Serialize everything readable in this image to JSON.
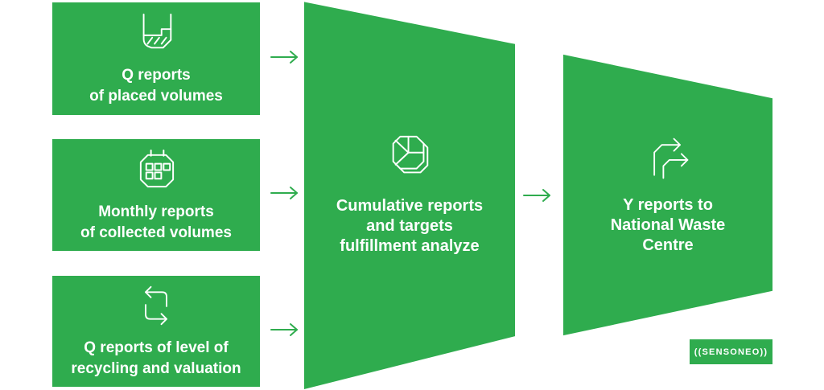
{
  "colors": {
    "green": "#2fac4e",
    "white": "#ffffff"
  },
  "sources": [
    {
      "icon": "waste-bin-fill-level-icon",
      "lines": [
        "Q reports",
        "of placed volumes"
      ]
    },
    {
      "icon": "calendar-icon",
      "lines": [
        "Monthly reports",
        "of collected volumes"
      ]
    },
    {
      "icon": "recycle-loop-icon",
      "lines": [
        "Q reports of level of",
        "recycling and valuation"
      ]
    }
  ],
  "process": {
    "icon": "cumulative-chart-icon",
    "lines": [
      "Cumulative reports",
      "and targets",
      "fulfillment analyze"
    ]
  },
  "output": {
    "icon": "forward-arrows-icon",
    "lines": [
      "Y reports to",
      "National Waste",
      "Centre"
    ]
  },
  "brand": {
    "label": "((SENSONEO))"
  }
}
